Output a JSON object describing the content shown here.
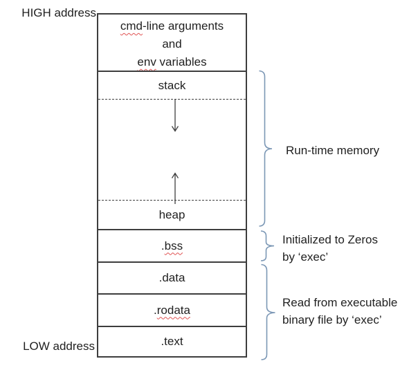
{
  "labels": {
    "high_address": "HIGH address",
    "low_address": "LOW address"
  },
  "sections": [
    {
      "id": "args-env",
      "lines": [
        [
          {
            "t": "cmd",
            "sq": true
          },
          {
            "t": "-line arguments"
          }
        ],
        [
          {
            "t": "and"
          }
        ],
        [
          {
            "t": "env",
            "sq": true
          },
          {
            "t": " variables"
          }
        ]
      ]
    },
    {
      "id": "stack",
      "lines": [
        [
          {
            "t": "stack"
          }
        ]
      ]
    },
    {
      "id": "growth-gap",
      "lines": []
    },
    {
      "id": "heap",
      "lines": [
        [
          {
            "t": "heap"
          }
        ]
      ]
    },
    {
      "id": "bss",
      "lines": [
        [
          {
            "t": "."
          },
          {
            "t": "bss",
            "sq": true
          }
        ]
      ]
    },
    {
      "id": "data",
      "lines": [
        [
          {
            "t": ".data"
          }
        ]
      ]
    },
    {
      "id": "rodata",
      "lines": [
        [
          {
            "t": "."
          },
          {
            "t": "rodata",
            "sq": true
          }
        ]
      ]
    },
    {
      "id": "text",
      "lines": [
        [
          {
            "t": ".text"
          }
        ]
      ]
    }
  ],
  "annotations": [
    {
      "id": "runtime",
      "lines": [
        "Run-time memory"
      ]
    },
    {
      "id": "bss-note",
      "lines": [
        "Initialized to Zeros",
        "by ‘exec’"
      ]
    },
    {
      "id": "binary-note",
      "lines": [
        "Read from executable",
        "binary file by ‘exec’"
      ]
    }
  ],
  "icons": {
    "down_arrow": "stack-grows-down-arrow",
    "up_arrow": "heap-grows-up-arrow",
    "brace_runtime": "right-curly-brace",
    "brace_bss": "right-curly-brace",
    "brace_binary": "right-curly-brace"
  },
  "colors": {
    "line": "#3d3d3d",
    "text": "#1f1f1f",
    "brace": "#7b97b5",
    "squiggle": "#e05252",
    "background": "#ffffff"
  }
}
